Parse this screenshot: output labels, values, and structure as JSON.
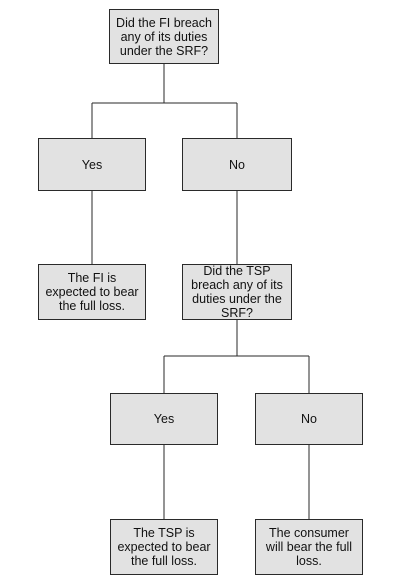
{
  "flowchart": {
    "root_question": "Did the FI breach any of its duties under the SRF?",
    "branch_yes_label": "Yes",
    "branch_no_label": "No",
    "fi_outcome": "The FI is expected to bear the full loss.",
    "tsp_question": "Did the TSP breach any of its duties under the SRF?",
    "tsp_yes_label": "Yes",
    "tsp_no_label": "No",
    "tsp_outcome": "The TSP is expected to bear the full loss.",
    "consumer_outcome": "The consumer will bear the full loss."
  }
}
